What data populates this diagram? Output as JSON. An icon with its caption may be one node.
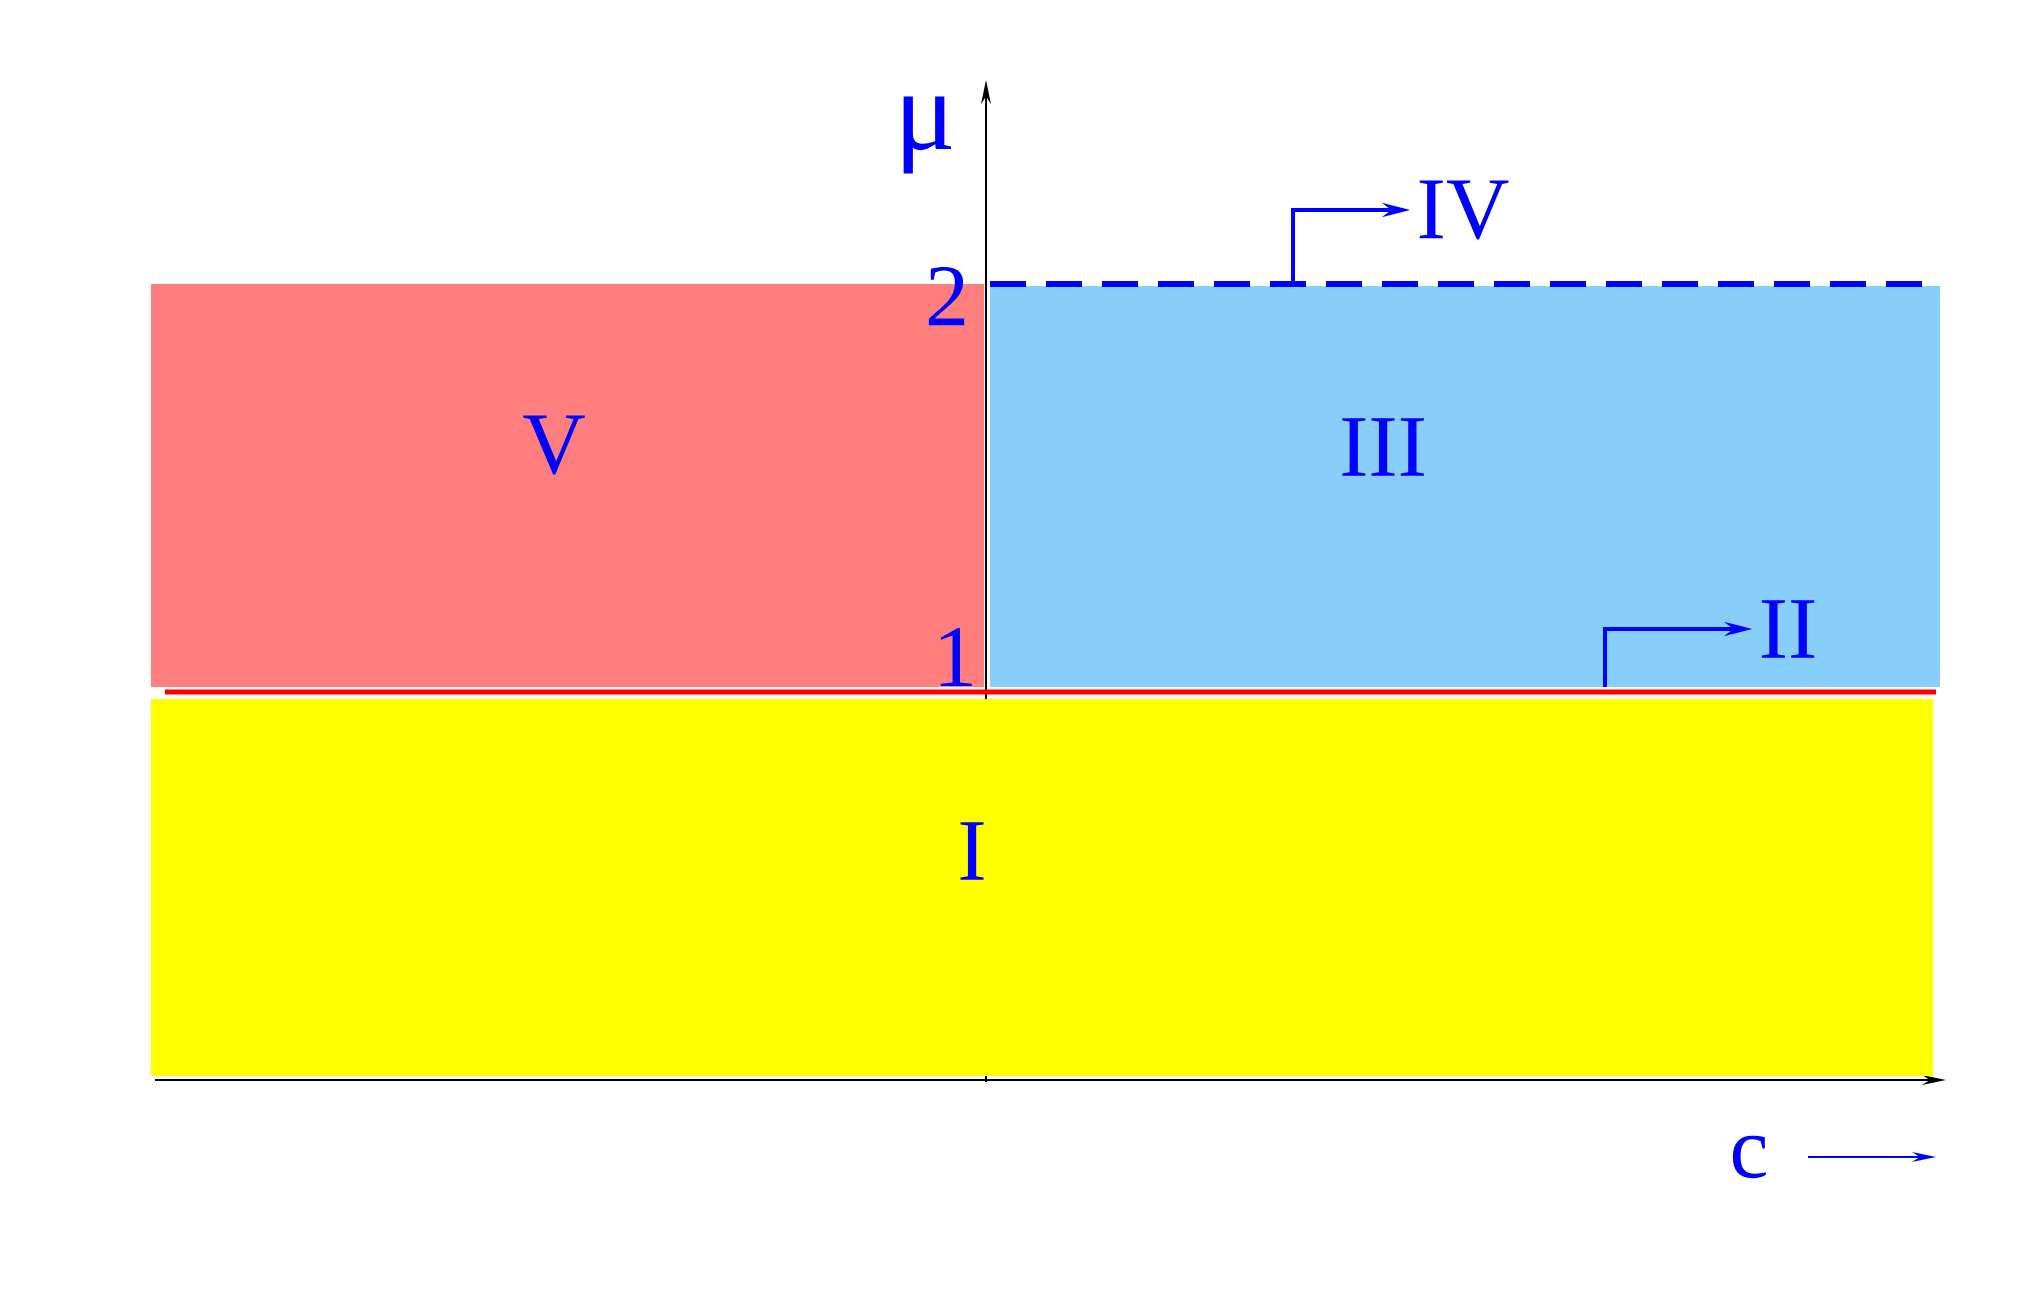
{
  "diagram": {
    "nodes": [
      {
        "text": [
          "V"
        ]
      },
      {
        "text": [
          "III"
        ]
      },
      {
        "text": [
          "I"
        ]
      },
      {
        "text": [
          "IV"
        ]
      },
      {
        "text": [
          "II"
        ],
        "in": 1
      }
    ],
    "edges": [
      {
        "from": 1,
        "to": 3,
        "arrow": "to"
      },
      {
        "from": 1,
        "to": 4,
        "arrow": "to"
      }
    ],
    "labels": [
      "μ",
      "2",
      "1",
      "c"
    ]
  }
}
